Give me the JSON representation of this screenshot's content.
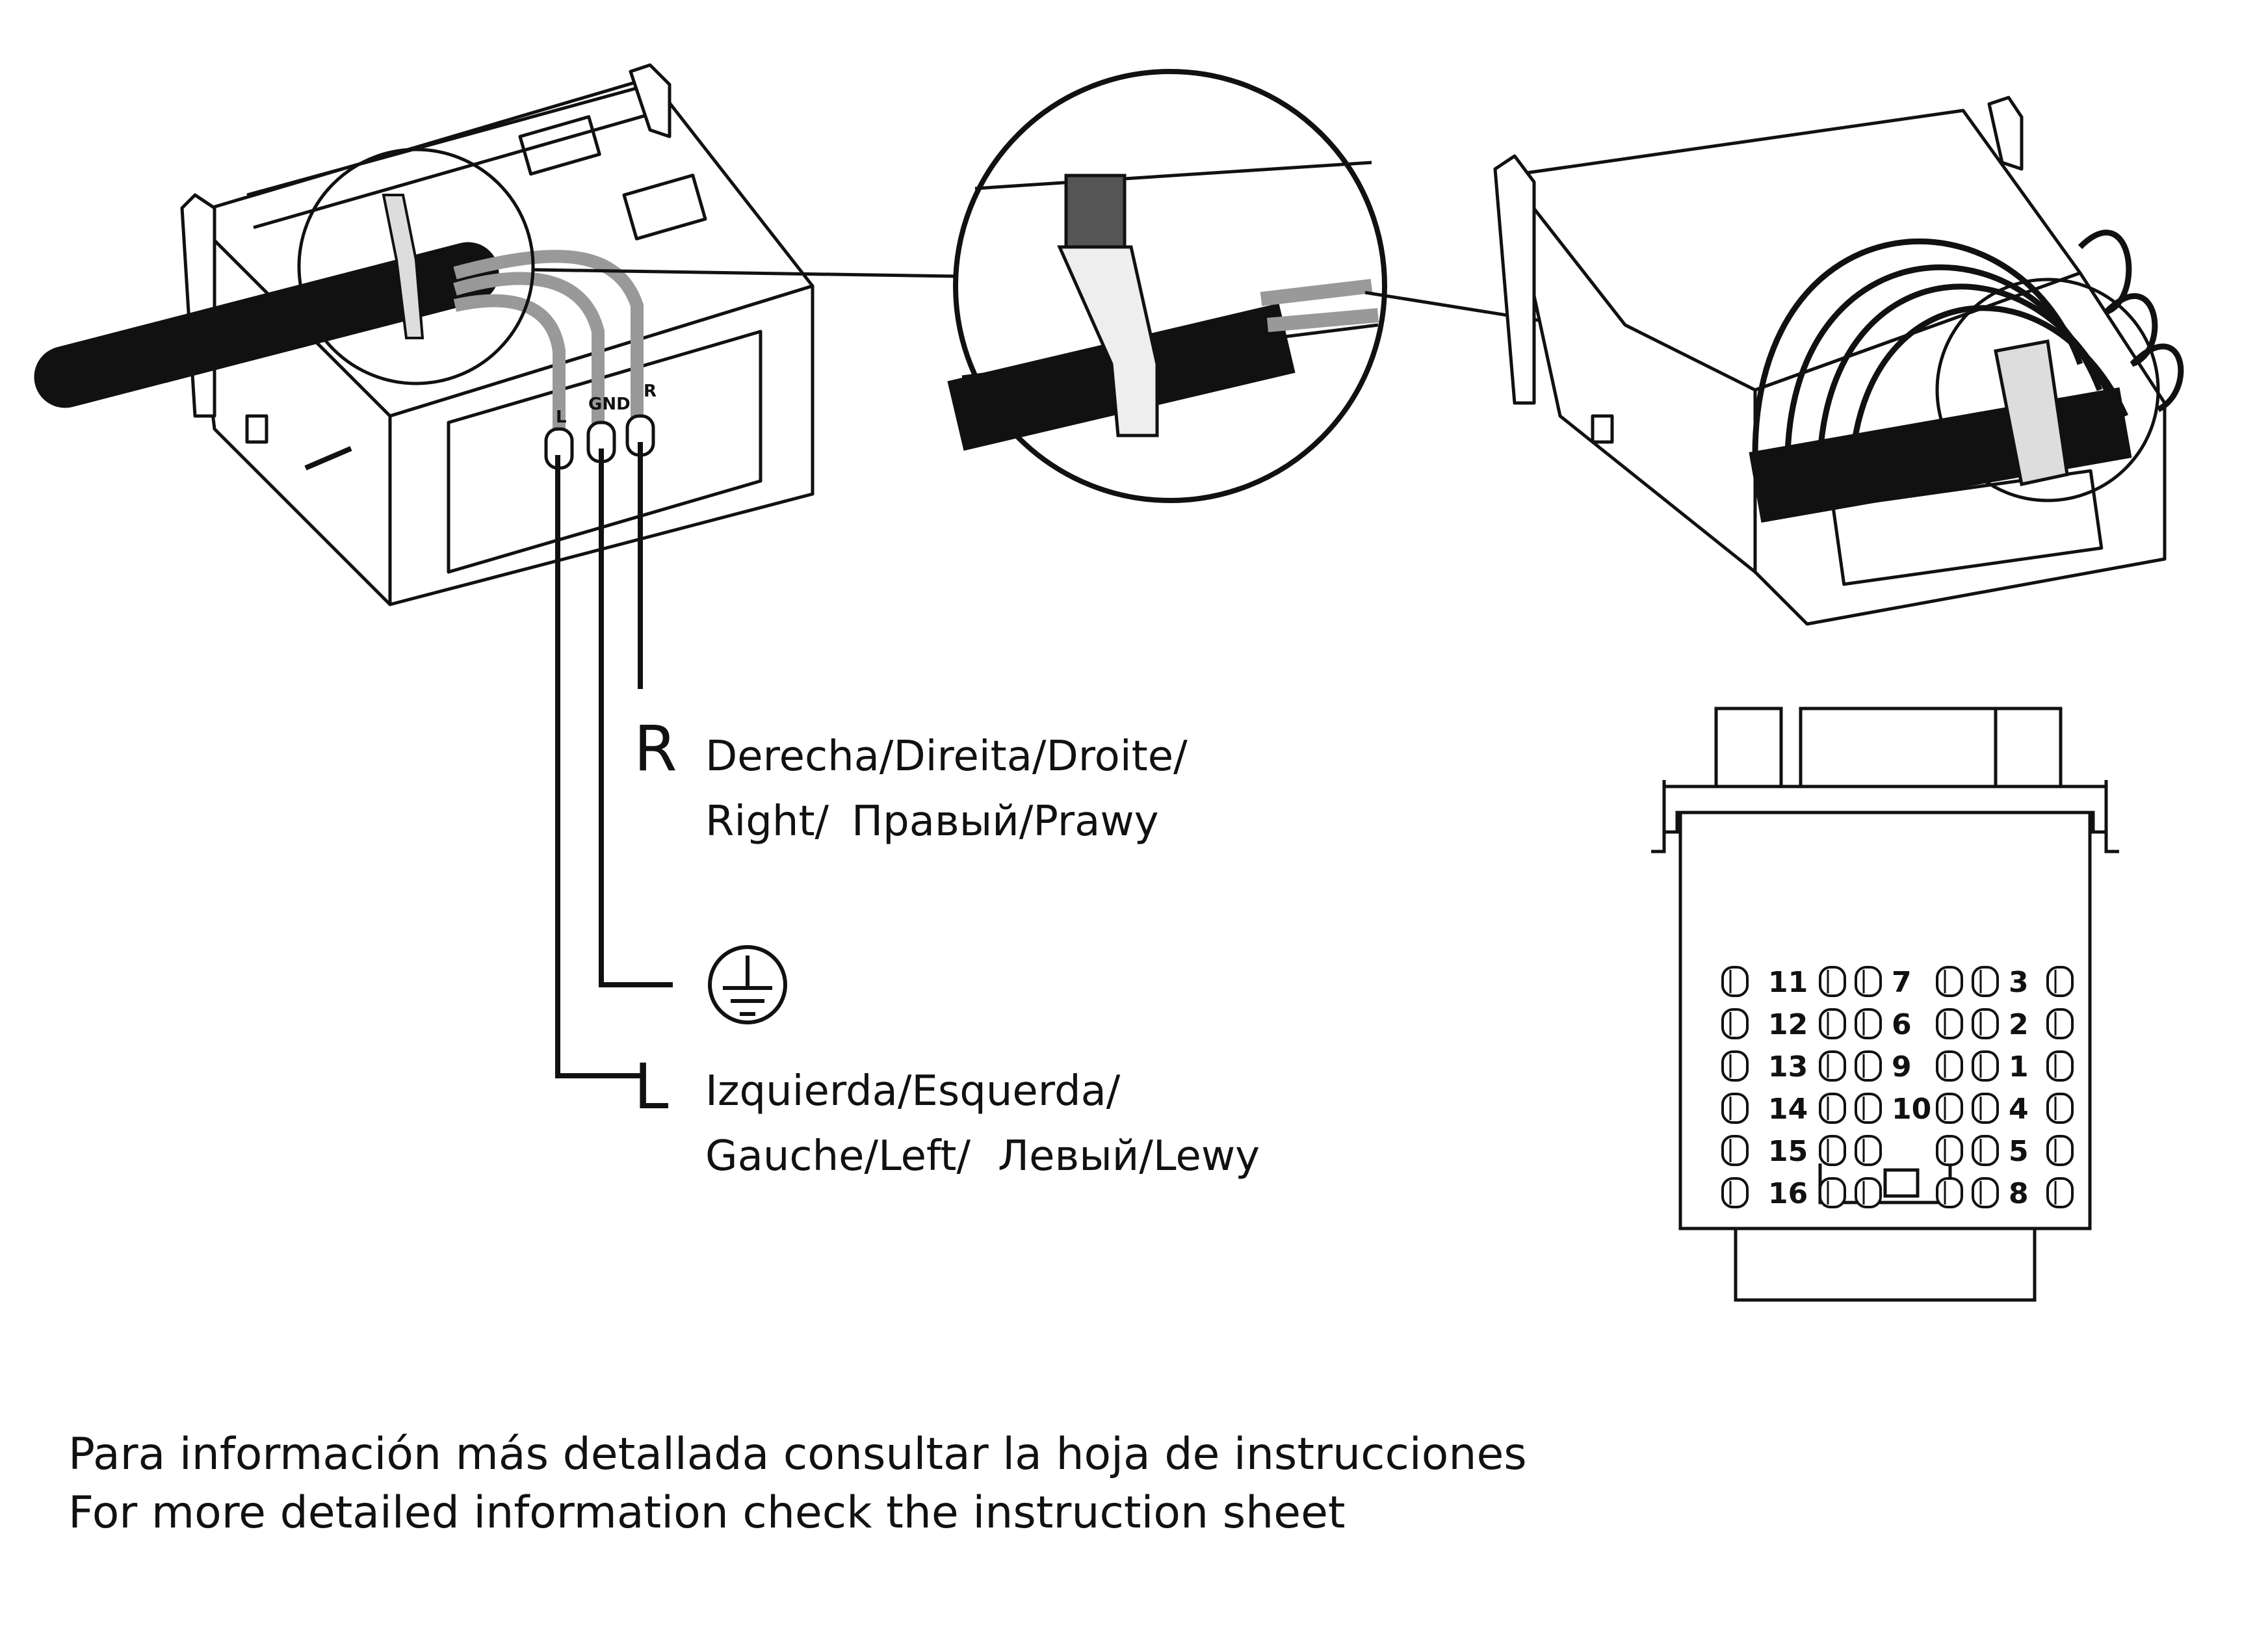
{
  "legend": {
    "right": {
      "letter": "R",
      "line1": "Derecha/Direita/Droite/",
      "line2a": "Right/",
      "line2b": "Правый/Prawy"
    },
    "ground": {
      "symbol": "ground-icon"
    },
    "left": {
      "letter": "L",
      "line1": "Izquierda/Esquerda/",
      "line2a": "Gauche/Left/",
      "line2b": "Левый/Lewy"
    }
  },
  "device_labels": {
    "l": "L",
    "gnd": "GND",
    "r": "R"
  },
  "terminal_numbers": {
    "col1": [
      "11",
      "12",
      "13",
      "14",
      "15",
      "16"
    ],
    "col2": [
      "7",
      "6",
      "9",
      "10"
    ],
    "col3": [
      "3",
      "2",
      "1",
      "4",
      "5",
      "8"
    ]
  },
  "footer": {
    "line1": "Para información más detallada consultar la hoja de instrucciones",
    "line2": "For more detailed information check the instruction sheet"
  }
}
